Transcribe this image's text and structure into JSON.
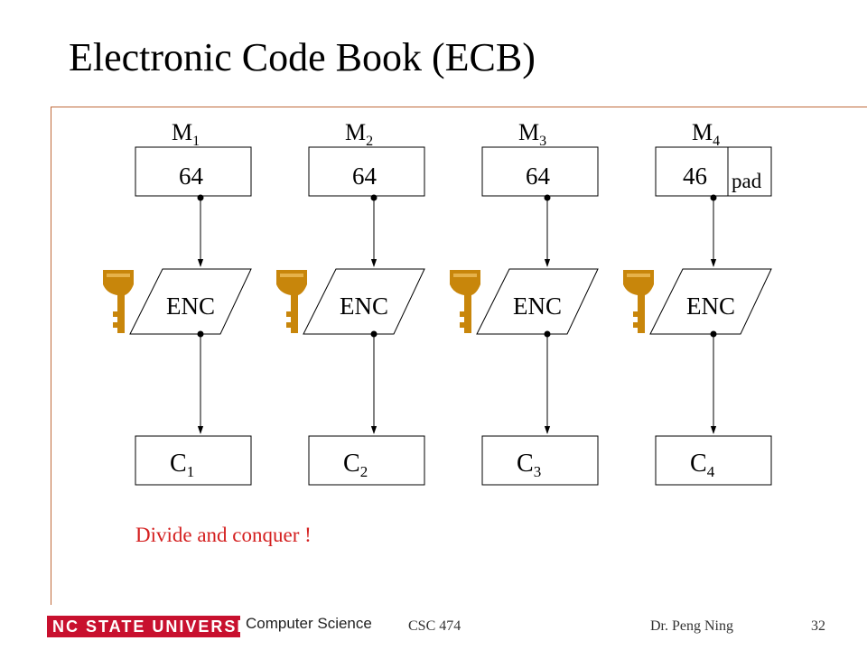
{
  "slide": {
    "title": "Electronic Code Book (ECB)",
    "tagline": "Divide and conquer !",
    "accent_color": "#c06a3a",
    "tagline_color": "#d42020"
  },
  "diagram": {
    "enc_label": "ENC",
    "pad_label": "pad",
    "key_icon": "key-icon",
    "key_color": "#c8860b",
    "columns": [
      {
        "msg": "M",
        "msg_sub": "1",
        "block_value": "64",
        "cipher": "C",
        "cipher_sub": "1",
        "has_pad": false
      },
      {
        "msg": "M",
        "msg_sub": "2",
        "block_value": "64",
        "cipher": "C",
        "cipher_sub": "2",
        "has_pad": false
      },
      {
        "msg": "M",
        "msg_sub": "3",
        "block_value": "64",
        "cipher": "C",
        "cipher_sub": "3",
        "has_pad": false
      },
      {
        "msg": "M",
        "msg_sub": "4",
        "block_value": "46",
        "cipher": "C",
        "cipher_sub": "4",
        "has_pad": true
      }
    ]
  },
  "footer": {
    "logo_text": "NC STATE UNIVERSITY",
    "logo_color": "#c8102e",
    "department": "Computer Science",
    "course": "CSC 474",
    "author": "Dr. Peng Ning",
    "page_number": "32"
  }
}
